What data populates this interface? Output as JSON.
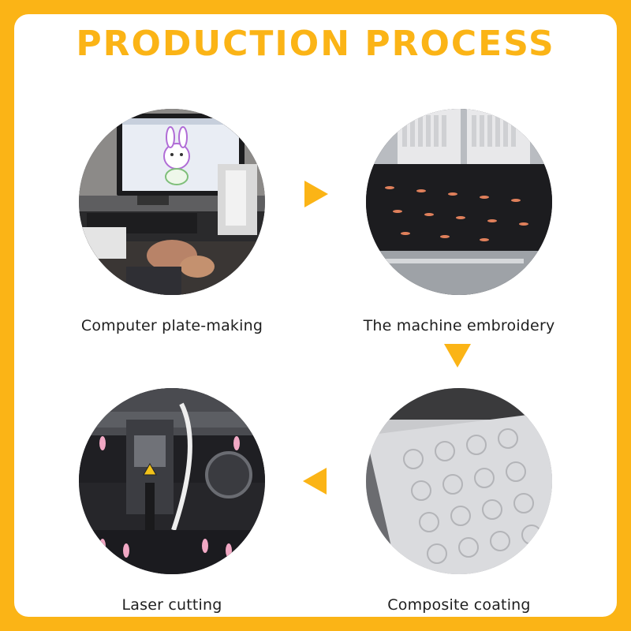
{
  "title": "PRODUCTION PROCESS",
  "colors": {
    "accent": "#fbb416",
    "text": "#1e1e1e",
    "card": "#ffffff"
  },
  "steps": [
    {
      "label": "Computer plate-making",
      "photo": "computer-workstation-photo"
    },
    {
      "label": "The machine embroidery",
      "photo": "embroidery-machine-photo"
    },
    {
      "label": "Composite coating",
      "photo": "composite-coating-photo"
    },
    {
      "label": "Laser cutting",
      "photo": "laser-cutter-photo"
    }
  ],
  "arrows": [
    "arrow-right",
    "arrow-down",
    "arrow-left"
  ]
}
